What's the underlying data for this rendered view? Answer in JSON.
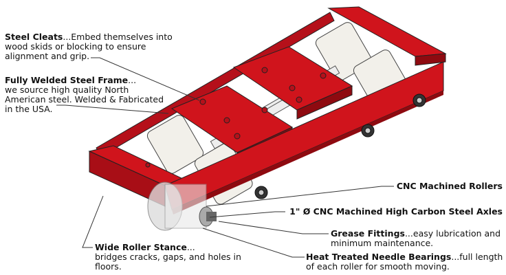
{
  "title": "Roller dolly with labeled features",
  "callouts": [
    {
      "id": "cleats",
      "bold": "Steel Cleats",
      "text": "...Embed themselves into",
      "lines": [
        "wood skids or blocking to ensure",
        "alignment and grip."
      ]
    },
    {
      "id": "frame",
      "bold": "Fully Welded Steel Frame",
      "text": "...",
      "lines": [
        "we source high quality North",
        "American steel. Welded & Fabricated",
        "in the USA."
      ]
    },
    {
      "id": "rollers",
      "bold": "CNC Machined Rollers"
    },
    {
      "id": "axles",
      "bold": "1\" Ø CNC Machined High Carbon Steel Axles"
    },
    {
      "id": "grease",
      "bold": "Grease Fittings",
      "text": "...easy lubrication and",
      "lines": [
        "minimum maintenance."
      ]
    },
    {
      "id": "bearings",
      "bold": "Heat Treated Needle Bearings",
      "text": "...full length",
      "lines": [
        "of each roller for smooth moving."
      ]
    },
    {
      "id": "stance",
      "bold": "Wide Roller Stance",
      "text": "...",
      "lines": [
        "bridges cracks, gaps, and holes in",
        "floors."
      ]
    }
  ],
  "colors": {
    "frame": "#d0141c",
    "frame_dark": "#8e0a10",
    "roller": "#f2f0ea",
    "leader": "#333333"
  }
}
